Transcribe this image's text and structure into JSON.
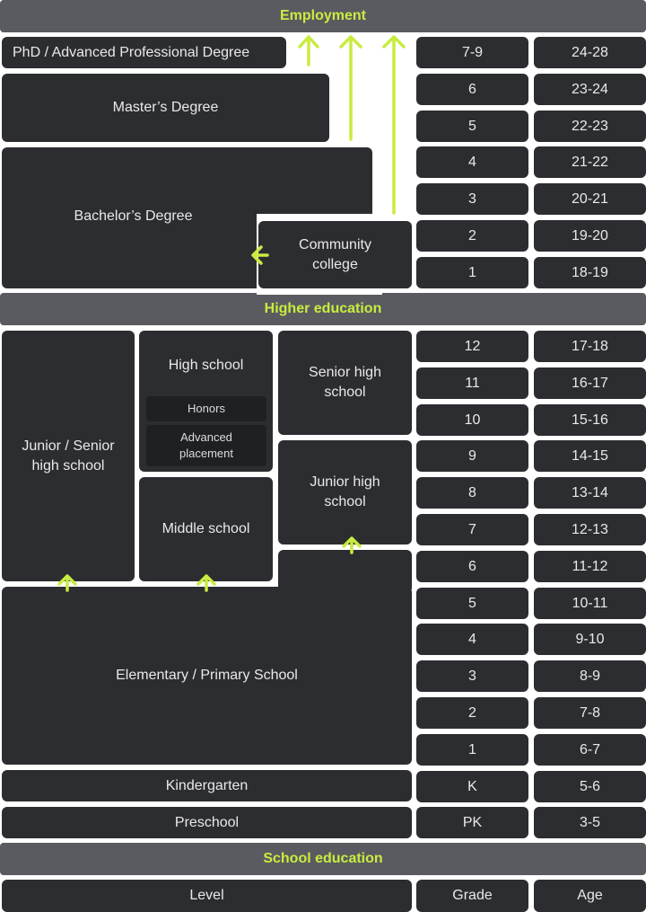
{
  "bands": {
    "employment": "Employment",
    "higher_education": "Higher education",
    "school_education": "School education"
  },
  "higher": {
    "phd": "PhD / Advanced Professional Degree",
    "masters": "Master’s Degree",
    "bachelors": "Bachelor’s Degree",
    "community_college": "Community\ncollege"
  },
  "school": {
    "junior_senior_high": "Junior / Senior\nhigh school",
    "high_school": "High school",
    "honors": "Honors",
    "advanced_placement": "Advanced\nplacement",
    "senior_high": "Senior high\nschool",
    "junior_high": "Junior high\nschool",
    "middle_school": "Middle school",
    "elementary": "Elementary / Primary School",
    "kindergarten": "Kindergarten",
    "preschool": "Preschool"
  },
  "higher_rows": [
    {
      "grade": "7-9",
      "age": "24-28"
    },
    {
      "grade": "6",
      "age": "23-24"
    },
    {
      "grade": "5",
      "age": "22-23"
    },
    {
      "grade": "4",
      "age": "21-22"
    },
    {
      "grade": "3",
      "age": "20-21"
    },
    {
      "grade": "2",
      "age": "19-20"
    },
    {
      "grade": "1",
      "age": "18-19"
    }
  ],
  "school_rows": [
    {
      "grade": "12",
      "age": "17-18"
    },
    {
      "grade": "11",
      "age": "16-17"
    },
    {
      "grade": "10",
      "age": "15-16"
    },
    {
      "grade": "9",
      "age": "14-15"
    },
    {
      "grade": "8",
      "age": "13-14"
    },
    {
      "grade": "7",
      "age": "12-13"
    },
    {
      "grade": "6",
      "age": "11-12"
    },
    {
      "grade": "5",
      "age": "10-11"
    },
    {
      "grade": "4",
      "age": "9-10"
    },
    {
      "grade": "3",
      "age": "8-9"
    },
    {
      "grade": "2",
      "age": "7-8"
    },
    {
      "grade": "1",
      "age": "6-7"
    },
    {
      "grade": "K",
      "age": "5-6"
    },
    {
      "grade": "PK",
      "age": "3-5"
    }
  ],
  "footer": {
    "level": "Level",
    "grade": "Grade",
    "age": "Age"
  },
  "colors": {
    "accent": "#c8ec3f",
    "box": "#2c2d30",
    "band": "#5a5b60",
    "sub_box": "#1f2022"
  },
  "icons": [
    "arrow-up-icon",
    "arrow-left-icon"
  ]
}
